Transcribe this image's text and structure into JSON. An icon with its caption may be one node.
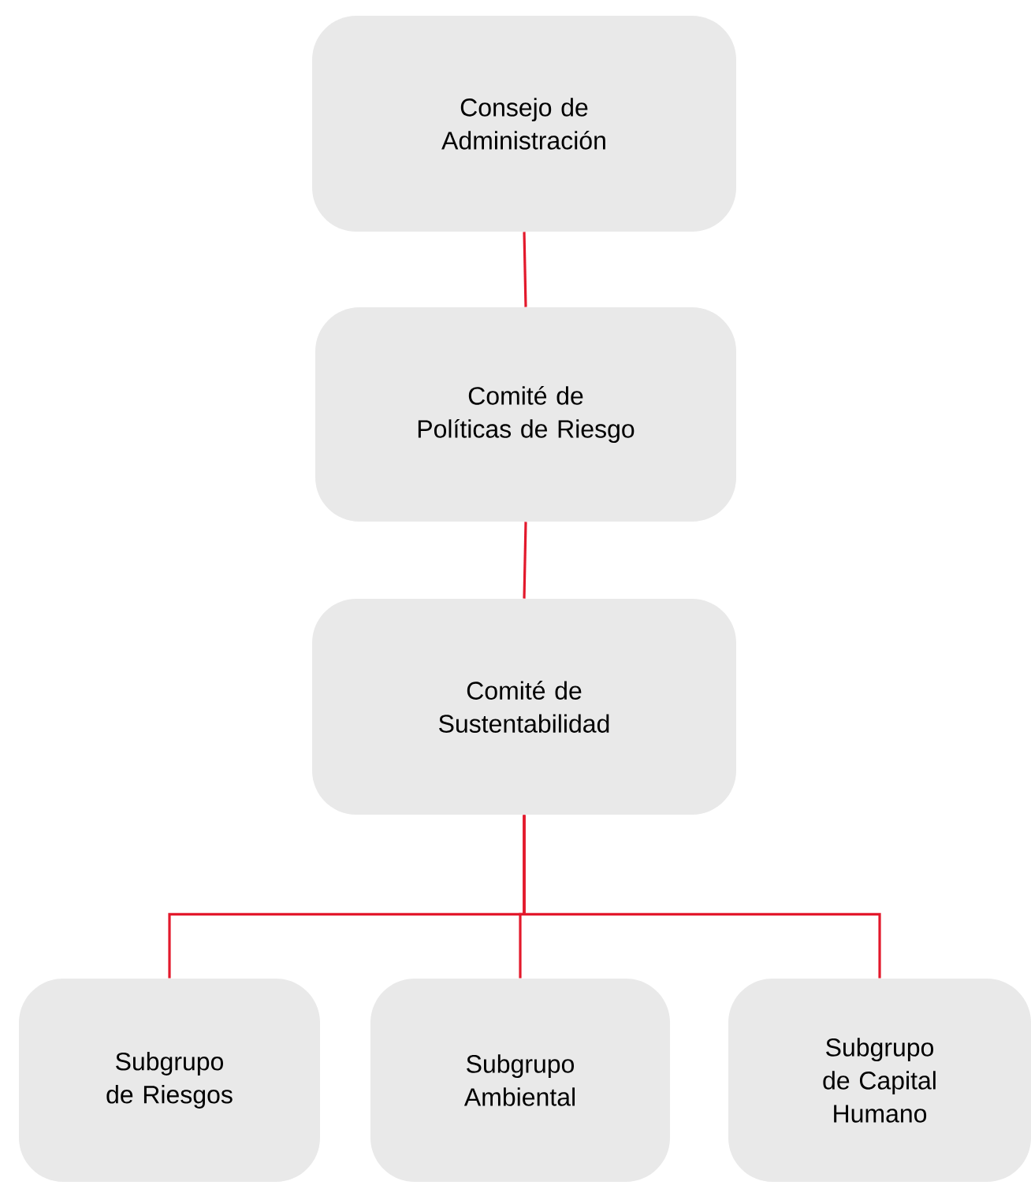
{
  "diagram": {
    "nodes": [
      {
        "text": [
          "Consejo de Administración"
        ]
      },
      {
        "text": [
          "Comité de Políticas de Riesgo"
        ]
      },
      {
        "text": [
          "Comité de Sustentabilidad"
        ]
      },
      {
        "text": [
          "Subgrupo de Riesgos"
        ]
      },
      {
        "text": [
          "Subgrupo Ambiental"
        ]
      },
      {
        "text": [
          "Subgrupo de Capital Humano"
        ]
      }
    ],
    "edges": [
      {
        "from": 0,
        "to": 1,
        "arrow": "none"
      },
      {
        "from": 1,
        "to": 2,
        "arrow": "none"
      },
      {
        "from": 2,
        "to": 3,
        "arrow": "none"
      },
      {
        "from": 2,
        "to": 4,
        "arrow": "none"
      },
      {
        "from": 2,
        "to": 5,
        "arrow": "none"
      }
    ]
  }
}
